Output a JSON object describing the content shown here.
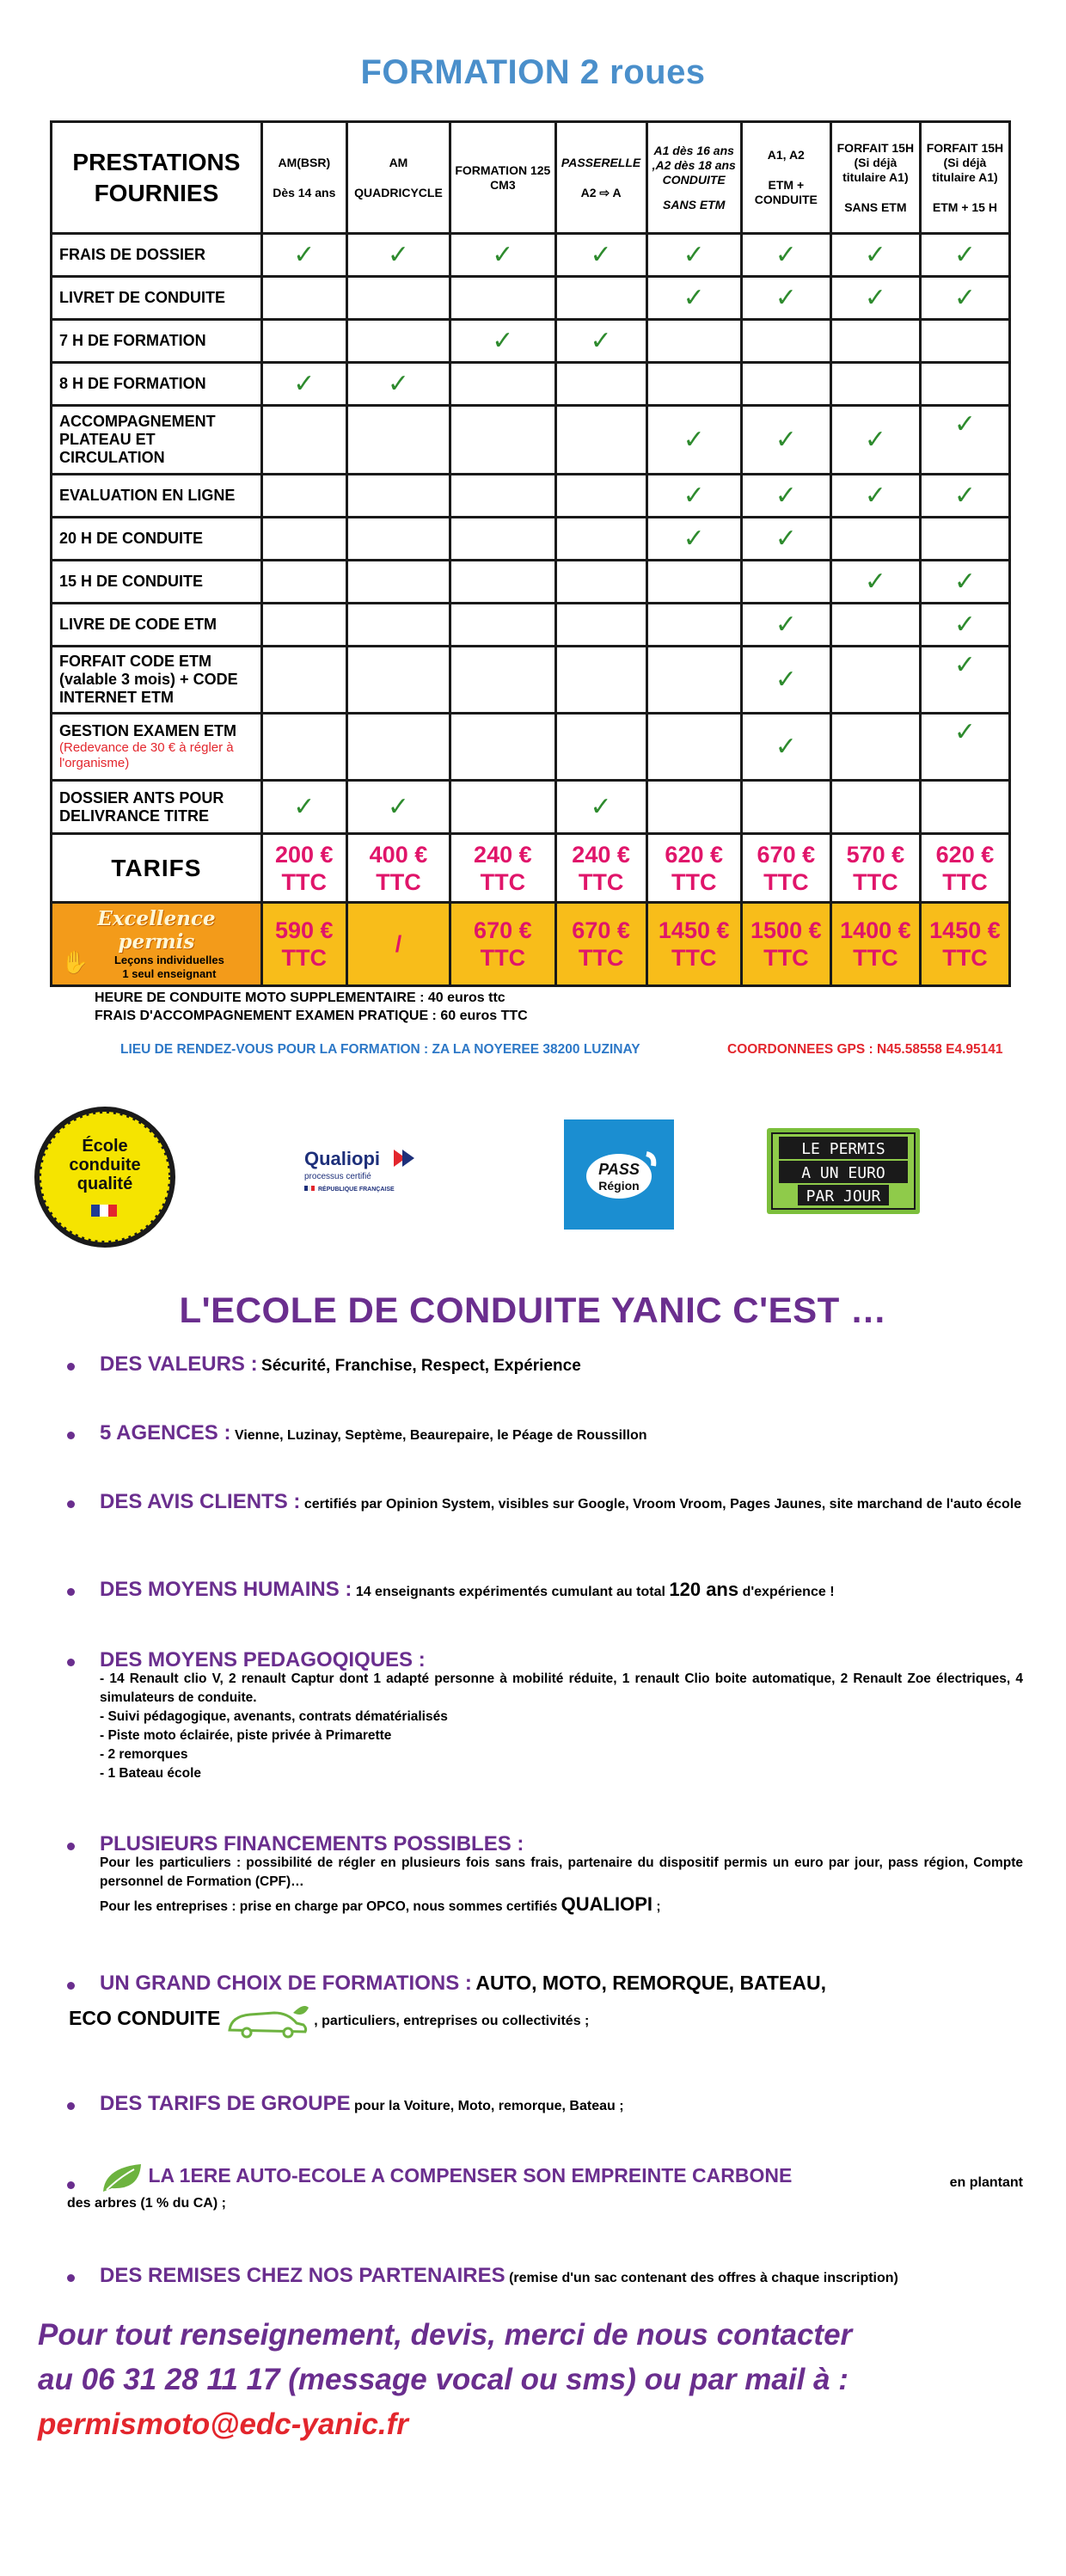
{
  "title": "FORMATION 2 roues",
  "table": {
    "header_label": "PRESTATIONS FOURNIES",
    "columns": [
      {
        "l1": "AM(BSR)",
        "l2": "Dès 14 ans",
        "l3": ""
      },
      {
        "l1": "AM",
        "l2": "QUADRICYCLE",
        "l3": ""
      },
      {
        "l1": "FORMATION 125 CM3",
        "l2": "",
        "l3": ""
      },
      {
        "l1": "PASSERELLE",
        "l2": "A2 ⇨ A",
        "l3": ""
      },
      {
        "l1": "A1 dès 16 ans ,A2 dès 18 ans CONDUITE",
        "l2": "",
        "l3": "SANS ETM"
      },
      {
        "l1": "A1, A2",
        "l2": "ETM + CONDUITE",
        "l3": ""
      },
      {
        "l1": "FORFAIT 15H (Si déjà titulaire A1)",
        "l2": "SANS ETM",
        "l3": ""
      },
      {
        "l1": "FORFAIT 15H (Si déjà titulaire A1)",
        "l2": "ETM + 15 H",
        "l3": ""
      }
    ],
    "rows": [
      {
        "label": "FRAIS DE DOSSIER",
        "note": "",
        "checks": [
          1,
          1,
          1,
          1,
          1,
          1,
          1,
          1
        ]
      },
      {
        "label": "LIVRET DE CONDUITE",
        "note": "",
        "checks": [
          0,
          0,
          0,
          0,
          1,
          1,
          1,
          1
        ]
      },
      {
        "label": "7  H DE FORMATION",
        "note": "",
        "checks": [
          0,
          0,
          1,
          1,
          0,
          0,
          0,
          0
        ]
      },
      {
        "label": "8 H DE FORMATION",
        "note": "",
        "checks": [
          1,
          1,
          0,
          0,
          0,
          0,
          0,
          0
        ]
      },
      {
        "label": "ACCOMPAGNEMENT PLATEAU ET CIRCULATION",
        "note": "",
        "checks": [
          0,
          0,
          0,
          0,
          1,
          1,
          1,
          1
        ]
      },
      {
        "label": "EVALUATION EN LIGNE",
        "note": "",
        "checks": [
          0,
          0,
          0,
          0,
          1,
          1,
          1,
          1
        ]
      },
      {
        "label": "20 H DE CONDUITE",
        "note": "",
        "checks": [
          0,
          0,
          0,
          0,
          1,
          1,
          0,
          0
        ]
      },
      {
        "label": "15 H DE CONDUITE",
        "note": "",
        "checks": [
          0,
          0,
          0,
          0,
          0,
          0,
          1,
          1
        ]
      },
      {
        "label": "LIVRE DE CODE ETM",
        "note": "",
        "checks": [
          0,
          0,
          0,
          0,
          0,
          1,
          0,
          1
        ]
      },
      {
        "label": "FORFAIT CODE ETM (valable 3 mois) + CODE INTERNET ETM",
        "note": "",
        "checks": [
          0,
          0,
          0,
          0,
          0,
          1,
          0,
          1
        ]
      },
      {
        "label": "GESTION EXAMEN ETM",
        "note": "(Redevance de 30 € à régler à l'organisme)",
        "checks": [
          0,
          0,
          0,
          0,
          0,
          1,
          0,
          1
        ]
      },
      {
        "label": "DOSSIER ANTS POUR DELIVRANCE TITRE",
        "note": "",
        "checks": [
          1,
          1,
          0,
          1,
          0,
          0,
          0,
          0
        ]
      }
    ],
    "check_symbol": "✓",
    "tarifs_label": "TARIFS",
    "tarifs": [
      "200 € TTC",
      "400 € TTC",
      "240 € TTC",
      "240 € TTC",
      "620 € TTC",
      "670 € TTC",
      "570 € TTC",
      "620 € TTC"
    ],
    "excellence": {
      "title": "Excellence permis",
      "sub1": "Leçons individuelles",
      "sub2": "1 seul enseignant",
      "prices": [
        "590 € TTC",
        "/",
        "670 € TTC",
        "670 € TTC",
        "1450 € TTC",
        "1500 € TTC",
        "1400 € TTC",
        "1450 € TTC"
      ]
    }
  },
  "notes": {
    "line1": "HEURE DE CONDUITE MOTO SUPPLEMENTAIRE : 40 euros ttc",
    "line2": "FRAIS D'ACCOMPAGNEMENT EXAMEN PRATIQUE :  60 euros TTC"
  },
  "location": "LIEU DE RENDEZ-VOUS POUR LA FORMATION : ZA LA NOYEREE 38200 LUZINAY",
  "gps": "COORDONNEES GPS : N45.58558 E4.95141",
  "logos": {
    "ecole_l1": "École",
    "ecole_l2": "conduite",
    "ecole_l3": "qualité",
    "qualiopi": "Qualiopi",
    "qualiopi_sub": "processus certifié",
    "qualiopi_rf": "RÉPUBLIQUE FRANÇAISE",
    "pass_l1": "PASS",
    "pass_l2": "Région",
    "permis_l1": "LE PERMIS",
    "permis_l2": "A UN EURO",
    "permis_l3": "PAR JOUR"
  },
  "colors": {
    "title_blue": "#4a8fcb",
    "purple": "#6a2e8e",
    "price_pink": "#e0156a",
    "check_green": "#2e8b2e",
    "red": "#e3262d",
    "excellence_yellow": "#f8bd1a"
  },
  "section_title": "L'ECOLE DE CONDUITE YANIC C'EST …",
  "bullets": {
    "b1_head": "DES VALEURS :",
    "b1_text": "Sécurité, Franchise, Respect, Expérience",
    "b2_head": "5 AGENCES :",
    "b2_text": "Vienne, Luzinay, Septème, Beaurepaire, le Péage de Roussillon",
    "b3_head": "DES AVIS CLIENTS :",
    "b3_text": "certifiés par Opinion System, visibles sur Google, Vroom Vroom, Pages Jaunes, site marchand de l'auto école",
    "b4_head": "DES MOYENS HUMAINS :",
    "b4_text1": "14 enseignants expérimentés cumulant au total",
    "b4_big": "120 ans",
    "b4_text2": "d'expérience !",
    "b5_head": "DES MOYENS PEDAGOQIQUES :",
    "b5_l1": "- 14 Renault clio V, 2 renault Captur dont 1 adapté personne à mobilité réduite, 1 renault Clio boite automatique, 2 Renault Zoe électriques, 4 simulateurs de conduite.",
    "b5_l2": "- Suivi pédagogique, avenants, contrats  dématérialisés",
    "b5_l3": "- Piste moto éclairée, piste privée à Primarette",
    "b5_l4": "- 2 remorques",
    "b5_l5": "- 1 Bateau école",
    "b6_head": "PLUSIEURS FINANCEMENTS POSSIBLES :",
    "b6_l1": "Pour les particuliers : possibilité de régler en plusieurs fois sans frais, partenaire du dispositif permis un euro par jour, pass région, Compte personnel de Formation (CPF)…",
    "b6_l2a": "Pour les entreprises : prise en charge par OPCO, nous sommes certifiés",
    "b6_l2b": "QUALIOPI",
    "b6_l2c": ";",
    "b7_head": "UN GRAND CHOIX DE FORMATIONS :",
    "b7_blk": "AUTO, MOTO, REMORQUE, BATEAU,",
    "b7_eco": "ECO CONDUITE",
    "b7_tail": ", particuliers, entreprises ou collectivités ;",
    "b8_head": "DES TARIFS DE GROUPE",
    "b8_text": "pour la Voiture, Moto, remorque, Bateau ;",
    "b9_head": "LA 1ERE AUTO-ECOLE A COMPENSER SON EMPREINTE CARBONE",
    "b9_text1": "en plantant",
    "b9_text2": "des arbres (1 % du CA) ;",
    "b10_head": "DES REMISES CHEZ NOS PARTENAIRES",
    "b10_text": "(remise d'un sac contenant des offres à chaque inscription)"
  },
  "contact": {
    "l1": "Pour tout renseignement, devis, merci de nous contacter",
    "l2": "au 06 31 28 11 17 (message vocal ou sms) ou par mail à :",
    "email": "permismoto@edc-yanic.fr"
  }
}
